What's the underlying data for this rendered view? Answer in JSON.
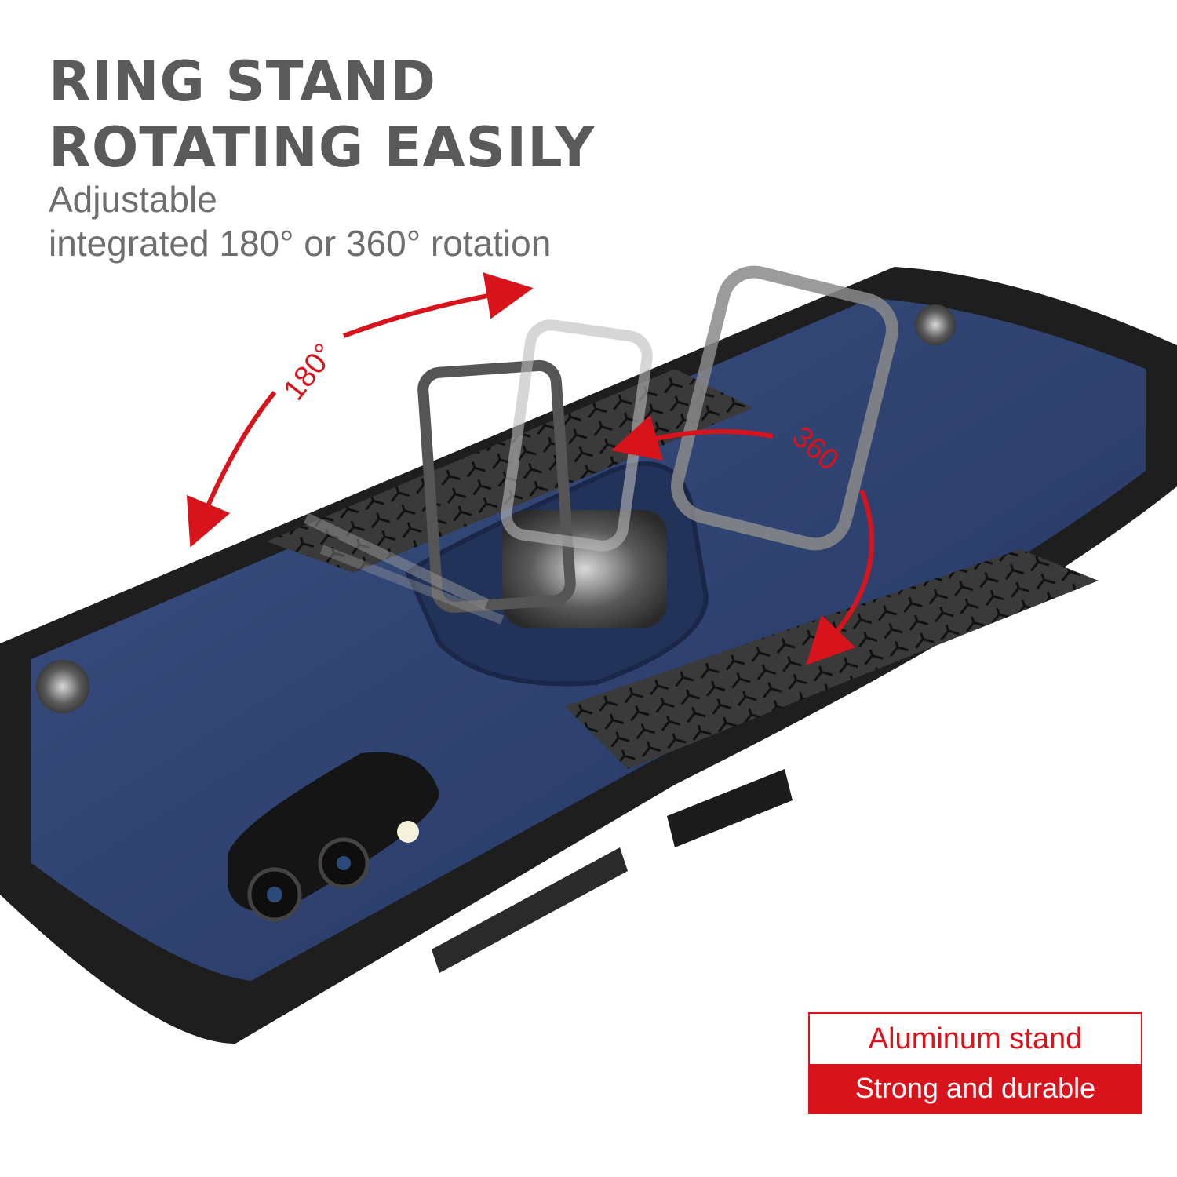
{
  "headline": {
    "line1": "RING STAND",
    "line2": "ROTATING EASILY"
  },
  "subtext": {
    "line1": "Adjustable",
    "line2": "integrated 180° or 360° rotation"
  },
  "arrows": {
    "label_180": "180°",
    "label_360": "360"
  },
  "badge": {
    "top_label": "Aluminum stand",
    "bottom_label": "Strong and durable"
  },
  "colors": {
    "accent_red": "#d7141c",
    "case_blue": "#2c3f6e",
    "bumper_black": "#2a2a2a",
    "heading_gray": "#5a5a5a"
  }
}
